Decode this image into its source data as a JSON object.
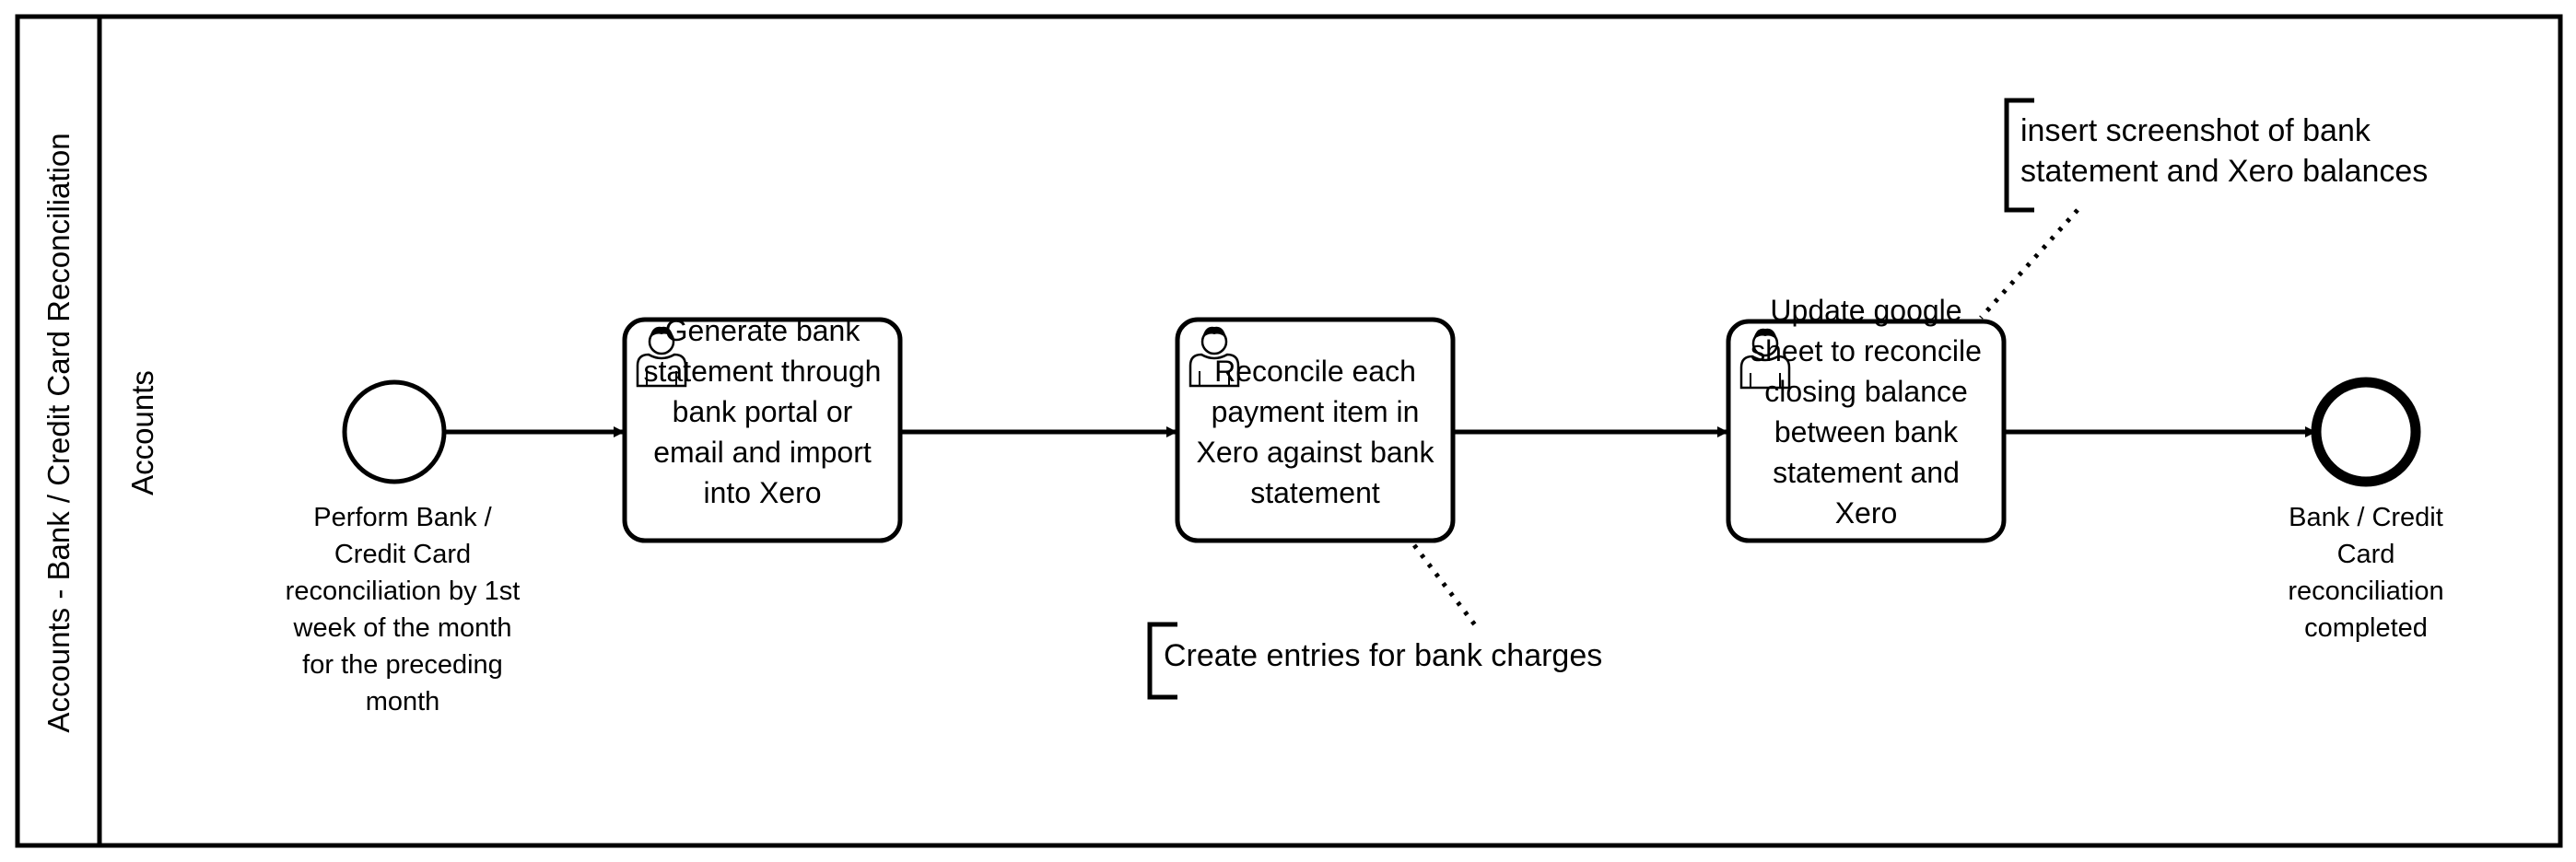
{
  "pool": {
    "label": "Accounts - Bank / Credit Card Reconciliation"
  },
  "lane": {
    "label": "Accounts"
  },
  "start_event": {
    "label": "Perform Bank / Credit Card reconciliation by 1st week of the month for the preceding month"
  },
  "tasks": [
    {
      "label": "Generate bank statement through bank portal or email and import into Xero",
      "type": "user-task"
    },
    {
      "label": "Reconcile each payment item in Xero against bank statement",
      "type": "user-task"
    },
    {
      "label": "Update google sheet to reconcile closing balance between bank statement and Xero",
      "type": "user-task"
    }
  ],
  "end_event": {
    "label": "Bank / Credit Card reconciliation completed"
  },
  "annotations": [
    {
      "text": "Create entries for bank charges"
    },
    {
      "text": "insert screenshot of bank statement and Xero balances"
    }
  ],
  "colors": {
    "stroke": "#000000",
    "background": "#ffffff"
  }
}
